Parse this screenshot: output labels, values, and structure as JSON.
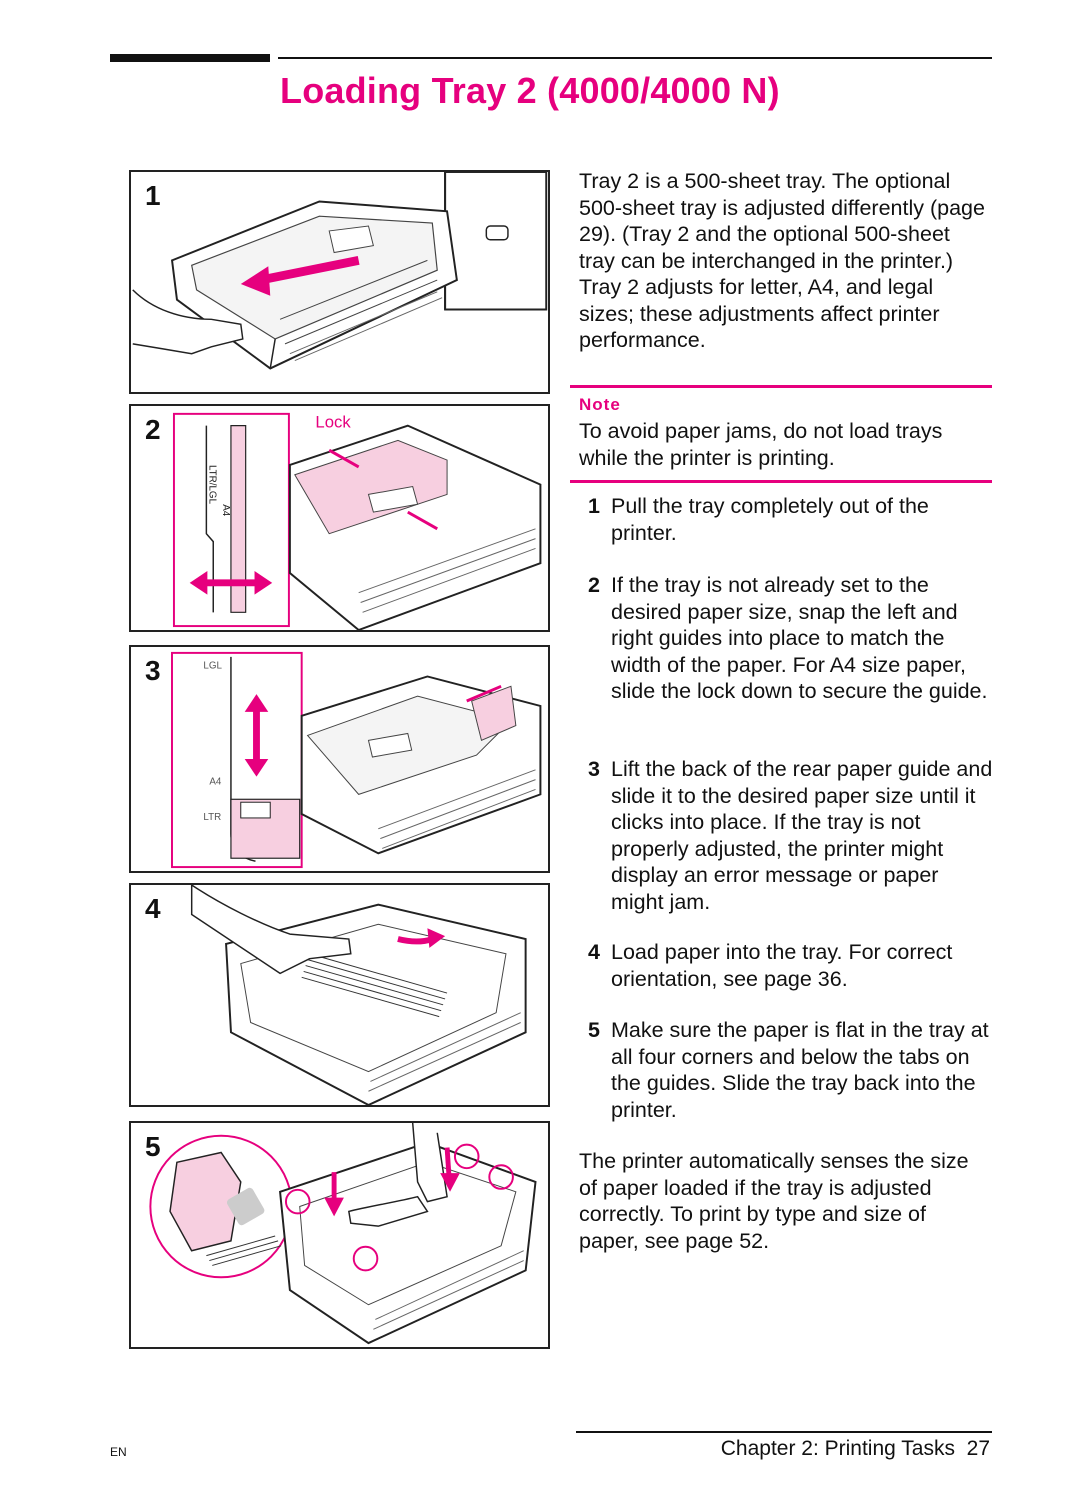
{
  "title": "Loading Tray 2 (4000/4000 N)",
  "intro": "Tray 2 is a 500-sheet tray. The optional 500-sheet tray is adjusted differently (page 29). (Tray 2 and the optional 500-sheet tray can be interchanged in the printer.) Tray 2 adjusts for letter, A4, and legal sizes; these adjustments affect printer performance.",
  "note": {
    "label": "Note",
    "text": "To avoid paper jams, do not load trays while the printer is printing."
  },
  "steps": [
    {
      "num": "1",
      "text": "Pull the tray completely out of the printer."
    },
    {
      "num": "2",
      "text": "If the tray is not already set to the desired paper size, snap the left and right guides into place to match the width of the paper. For A4 size paper, slide the lock down to secure the guide."
    },
    {
      "num": "3",
      "text": "Lift the back of the rear paper guide and slide it to the desired paper size until it clicks into place. If the tray is not properly adjusted, the printer might display an error message or paper might jam."
    },
    {
      "num": "4",
      "text": "Load paper into the tray. For correct orientation, see page 36."
    },
    {
      "num": "5",
      "text": "Make sure the paper is flat in the tray at all four corners and below the tabs on the guides. Slide the tray back into the printer."
    }
  ],
  "closing": "The printer automatically senses the size of paper loaded if the tray is adjusted correctly. To print by type and size of paper, see page 52.",
  "figures": {
    "panel1_num": "1",
    "panel2_num": "2",
    "panel3_num": "3",
    "panel4_num": "4",
    "panel5_num": "5",
    "lock_label": "Lock",
    "ltr_lgl_label": "LTR/LGL",
    "a4_label": "A4",
    "lgl_label": "LGL",
    "a4_label_3": "A4",
    "ltr_label": "LTR"
  },
  "footer": {
    "lang": "EN",
    "chapter": "Chapter 2: Printing Tasks",
    "page": "27"
  },
  "colors": {
    "accent": "#e6007e",
    "highlight_fill": "#f7cfe0"
  }
}
